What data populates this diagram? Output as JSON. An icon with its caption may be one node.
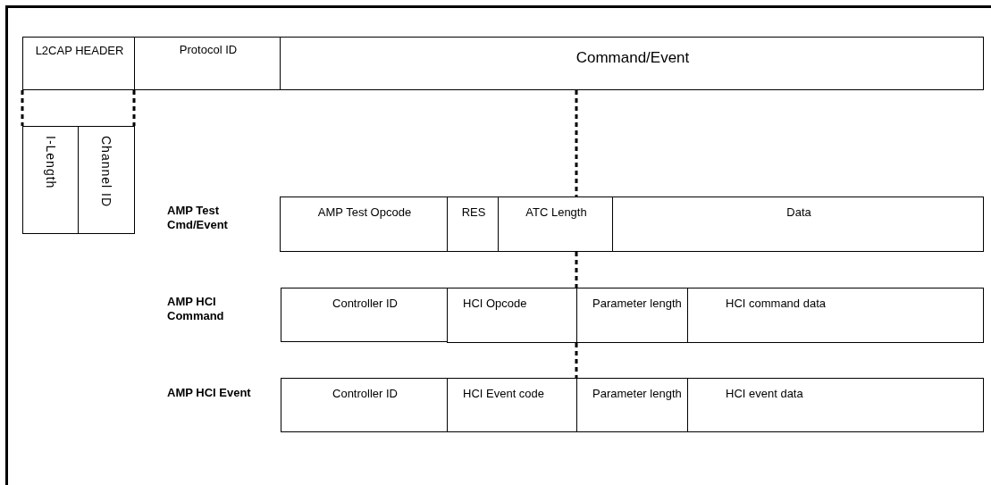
{
  "diagram": {
    "nodes": [
      {
        "text": [
          "L2CAP HEADER"
        ]
      },
      {
        "text": [
          "Protocol ID"
        ]
      },
      {
        "text": [
          "Command/Event"
        ]
      },
      {
        "text": [
          "I-Length"
        ]
      },
      {
        "text": [
          "Channel ID"
        ]
      },
      {
        "text": [
          "AMP Test Opcode"
        ]
      },
      {
        "text": [
          "RES"
        ]
      },
      {
        "text": [
          "ATC Length"
        ]
      },
      {
        "text": [
          "Data"
        ]
      },
      {
        "text": [
          "Controller ID"
        ]
      },
      {
        "text": [
          "HCI Opcode"
        ]
      },
      {
        "text": [
          "Parameter length"
        ]
      },
      {
        "text": [
          "HCI command data"
        ]
      },
      {
        "text": [
          "Controller ID"
        ]
      },
      {
        "text": [
          "HCI Event code"
        ]
      },
      {
        "text": [
          "Parameter length"
        ]
      },
      {
        "text": [
          "HCI event data"
        ]
      }
    ],
    "edges": [
      {
        "from": 0,
        "to": 3,
        "arrow": "none",
        "style": "dashed"
      },
      {
        "from": 0,
        "to": 4,
        "arrow": "none",
        "style": "dashed"
      },
      {
        "from": 2,
        "to": 7,
        "arrow": "none",
        "style": "dashed"
      },
      {
        "from": 7,
        "to": 11,
        "arrow": "none",
        "style": "dashed"
      },
      {
        "from": 11,
        "to": 15,
        "arrow": "none",
        "style": "dashed"
      }
    ],
    "labels": [
      "AMP Test Cmd/Event",
      "AMP HCI Command",
      "AMP HCI Event"
    ]
  }
}
